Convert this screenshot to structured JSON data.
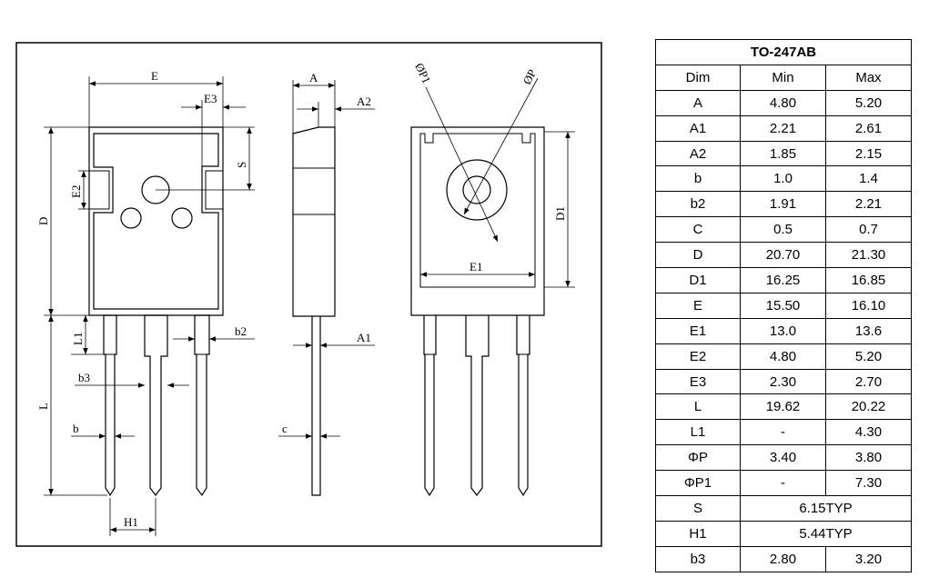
{
  "drawing": {
    "labels": {
      "E": "E",
      "E3": "E3",
      "S": "S",
      "D": "D",
      "E2": "E2",
      "L1": "L1",
      "L": "L",
      "b2": "b2",
      "b3": "b3",
      "b": "b",
      "H1": "H1",
      "A": "A",
      "A2": "A2",
      "A1": "A1",
      "c": "c",
      "phiP1": "ØP1",
      "phiP": "ØP",
      "D1": "D1",
      "E1": "E1"
    }
  },
  "table": {
    "title": "TO-247AB",
    "headers": [
      "Dim",
      "Min",
      "Max"
    ],
    "rows": [
      {
        "dim": "A",
        "min": "4.80",
        "max": "5.20"
      },
      {
        "dim": "A1",
        "min": "2.21",
        "max": "2.61"
      },
      {
        "dim": "A2",
        "min": "1.85",
        "max": "2.15"
      },
      {
        "dim": "b",
        "min": "1.0",
        "max": "1.4"
      },
      {
        "dim": "b2",
        "min": "1.91",
        "max": "2.21"
      },
      {
        "dim": "C",
        "min": "0.5",
        "max": "0.7"
      },
      {
        "dim": "D",
        "min": "20.70",
        "max": "21.30"
      },
      {
        "dim": "D1",
        "min": "16.25",
        "max": "16.85"
      },
      {
        "dim": "E",
        "min": "15.50",
        "max": "16.10"
      },
      {
        "dim": "E1",
        "min": "13.0",
        "max": "13.6"
      },
      {
        "dim": "E2",
        "min": "4.80",
        "max": "5.20"
      },
      {
        "dim": "E3",
        "min": "2.30",
        "max": "2.70"
      },
      {
        "dim": "L",
        "min": "19.62",
        "max": "20.22"
      },
      {
        "dim": "L1",
        "min": "-",
        "max": "4.30"
      },
      {
        "dim": "ΦP",
        "min": "3.40",
        "max": "3.80"
      },
      {
        "dim": "ΦP1",
        "min": "-",
        "max": "7.30"
      }
    ],
    "typ_rows": [
      {
        "dim": "S",
        "value": "6.15TYP"
      },
      {
        "dim": "H1",
        "value": "5.44TYP"
      }
    ],
    "last_row": {
      "dim": "b3",
      "min": "2.80",
      "max": "3.20"
    }
  }
}
